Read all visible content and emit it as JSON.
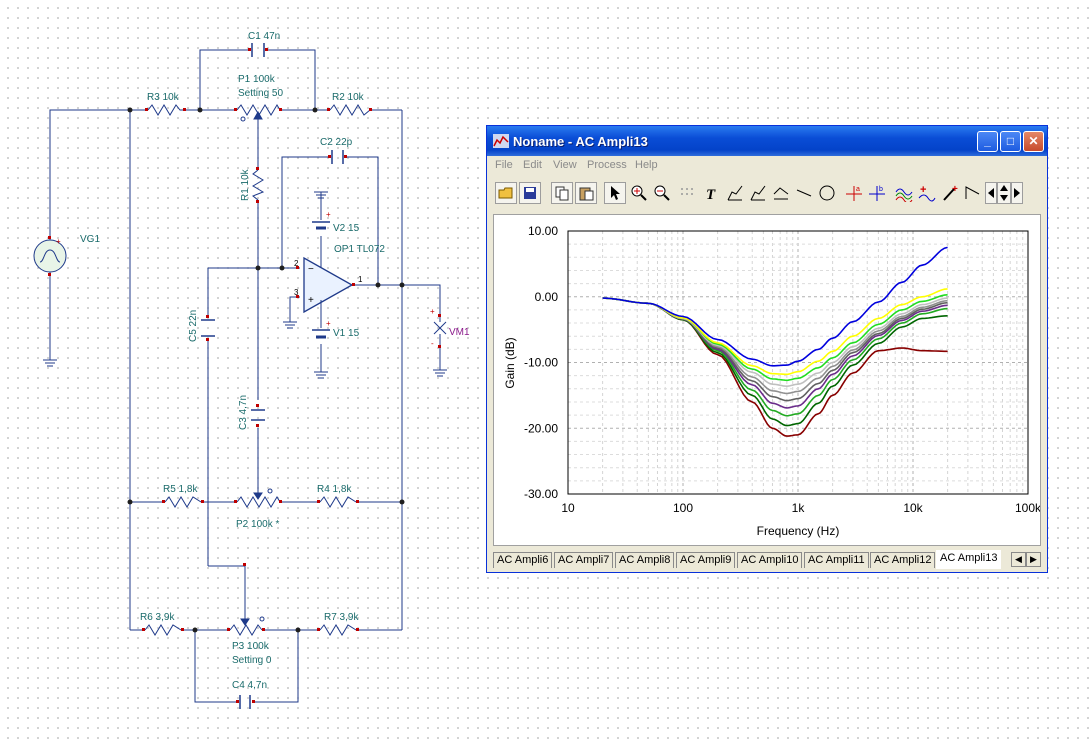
{
  "schematic": {
    "labels": {
      "c1": "C1 47n",
      "p1": "P1 100k",
      "p1_setting": "Setting 50",
      "r3": "R3 10k",
      "r2": "R2 10k",
      "c2": "C2 22p",
      "r1": "R1 10k",
      "v2": "V2 15",
      "op1": "OP1 TL072",
      "v1": "V1 15",
      "vg1": "VG1",
      "vm1": "VM1",
      "c5": "C5 22n",
      "c3": "C3 4,7n",
      "r5": "R5 1,8k",
      "r4": "R4 1,8k",
      "p2": "P2 100k *",
      "r6": "R6 3,9k",
      "r7": "R7 3,9k",
      "p3": "P3 100k",
      "p3_setting": "Setting 0",
      "c4": "C4 4,7n",
      "pin2": "2",
      "pin3": "3",
      "pin1": "1"
    }
  },
  "window": {
    "title": "Noname - AC Ampli13",
    "controls": {
      "minimize": "_",
      "maximize": "□",
      "close": "✕"
    },
    "menu": [
      "File",
      "Edit",
      "View",
      "Process",
      "Help"
    ],
    "toolbar_icons": [
      "open-icon",
      "save-icon",
      "copy-icon",
      "paste-icon",
      "pointer-icon",
      "zoom-in-icon",
      "zoom-out-icon",
      "grid-icon",
      "text-icon",
      "cursor-a-icon",
      "cursor-b-icon",
      "axis-icon",
      "line-icon",
      "circle-icon",
      "marker-a-icon",
      "marker-b-icon",
      "curves-icon",
      "add-marker-icon",
      "probe-icon",
      "tangent-icon",
      "nav-left-icon",
      "nav-updown-icon",
      "nav-right-icon"
    ],
    "tabs": [
      "AC Ampli6",
      "AC Ampli7",
      "AC Ampli8",
      "AC Ampli9",
      "AC Ampli10",
      "AC Ampli11",
      "AC Ampli12",
      "AC Ampli13"
    ],
    "active_tab": "AC Ampli13",
    "tab_scroll": {
      "left": "◀",
      "right": "▶"
    }
  },
  "chart_data": {
    "type": "line",
    "xlabel": "Frequency (Hz)",
    "ylabel": "Gain (dB)",
    "xscale": "log",
    "xlim": [
      10,
      100000
    ],
    "ylim": [
      -30,
      10
    ],
    "x_ticks": [
      "10",
      "100",
      "1k",
      "10k",
      "100k"
    ],
    "y_ticks": [
      "10.00",
      "0.00",
      "-10.00",
      "-20.00",
      "-30.00"
    ],
    "grid": true,
    "x": [
      20,
      50,
      100,
      200,
      400,
      600,
      800,
      1000,
      1500,
      2000,
      3000,
      5000,
      8000,
      12000,
      20000
    ],
    "series": [
      {
        "color": "#0000dd",
        "values": [
          -0.2,
          -1.0,
          -3.0,
          -6.5,
          -9.5,
          -10.5,
          -10.4,
          -9.8,
          -8.0,
          -6.3,
          -3.8,
          -0.8,
          2.2,
          4.8,
          7.5
        ]
      },
      {
        "color": "#ffff00",
        "values": [
          -0.2,
          -1.0,
          -3.2,
          -7.0,
          -10.5,
          -11.7,
          -11.8,
          -11.4,
          -9.8,
          -8.3,
          -6.0,
          -3.3,
          -1.2,
          0.0,
          1.2
        ]
      },
      {
        "color": "#22dd22",
        "values": [
          -0.2,
          -1.0,
          -3.2,
          -7.2,
          -11.0,
          -12.5,
          -12.7,
          -12.4,
          -10.8,
          -9.3,
          -7.0,
          -4.2,
          -2.0,
          -0.7,
          0.3
        ]
      },
      {
        "color": "#c0c0c0",
        "values": [
          -0.2,
          -1.0,
          -3.3,
          -7.4,
          -11.5,
          -13.3,
          -13.6,
          -13.3,
          -11.6,
          -10.0,
          -7.6,
          -4.8,
          -2.6,
          -1.2,
          -0.2
        ]
      },
      {
        "color": "#909090",
        "values": [
          -0.2,
          -1.0,
          -3.3,
          -7.6,
          -12.2,
          -14.3,
          -14.7,
          -14.4,
          -12.4,
          -10.6,
          -8.1,
          -5.2,
          -3.0,
          -1.6,
          -0.6
        ]
      },
      {
        "color": "#606060",
        "values": [
          -0.2,
          -1.0,
          -3.4,
          -7.8,
          -12.8,
          -15.2,
          -15.8,
          -15.5,
          -13.2,
          -11.2,
          -8.5,
          -5.6,
          -3.3,
          -1.9,
          -0.9
        ]
      },
      {
        "color": "#6a2c8a",
        "values": [
          -0.2,
          -1.0,
          -3.4,
          -8.0,
          -13.4,
          -16.2,
          -16.9,
          -16.6,
          -14.0,
          -11.8,
          -9.0,
          -5.9,
          -3.6,
          -2.2,
          -1.3
        ]
      },
      {
        "color": "#22aa22",
        "values": [
          -0.2,
          -1.0,
          -3.4,
          -8.2,
          -14.2,
          -17.3,
          -18.1,
          -17.8,
          -15.0,
          -12.6,
          -9.6,
          -6.4,
          -4.0,
          -2.6,
          -1.8
        ]
      },
      {
        "color": "#006600",
        "values": [
          -0.2,
          -1.0,
          -3.5,
          -8.5,
          -15.0,
          -18.6,
          -19.6,
          -19.3,
          -16.2,
          -13.6,
          -10.4,
          -7.1,
          -4.6,
          -3.3,
          -2.9
        ]
      },
      {
        "color": "#880000",
        "values": [
          -0.2,
          -1.0,
          -3.5,
          -8.8,
          -16.0,
          -20.0,
          -21.2,
          -21.0,
          -17.8,
          -15.0,
          -11.6,
          -8.2,
          -7.8,
          -8.2,
          -8.3
        ]
      }
    ]
  }
}
